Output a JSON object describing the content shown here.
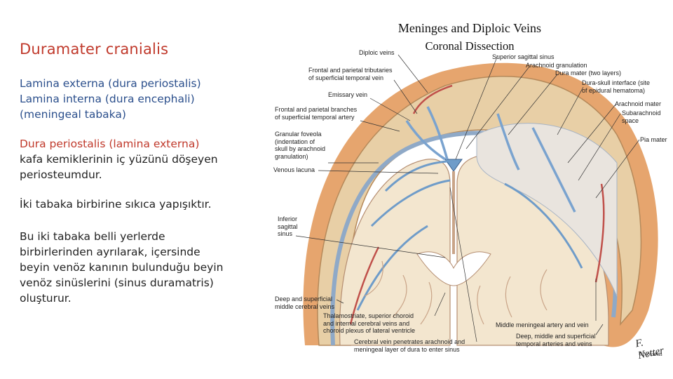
{
  "left": {
    "heading": "Duramater cranialis",
    "p1_lines": [
      "Lamina externa (dura periostalis)",
      "Lamina interna (dura encephali)",
      "(meningeal tabaka)"
    ],
    "p2_lines": [
      "Dura periostalis (lamina externa)",
      "kafa kemiklerinin iç yüzünü döşeyen",
      "periosteumdur."
    ],
    "p3_lines": [
      "İki tabaka birbirine sıkıca yapışıktır."
    ],
    "p4_lines": [
      "Bu iki tabaka belli yerlerde",
      "birbirlerinden ayrılarak, içersinde",
      "beyin venöz kanının bulunduğu beyin",
      "venöz sinüslerini (sinus duramatris)",
      "oluşturur."
    ]
  },
  "figure": {
    "title": "Meninges and Diploic Veins",
    "subtitle": "Coronal Dissection",
    "labels": {
      "diploic_veins": [
        "Diploic veins"
      ],
      "frontal_parietal_tributaries": [
        "Frontal and parietal tributaries",
        "of superficial temporal vein"
      ],
      "emissary_vein": [
        "Emissary vein"
      ],
      "frontal_parietal_branches": [
        "Frontal and parietal branches",
        "of superficial temporal artery"
      ],
      "granular_foveola": [
        "Granular foveola",
        "(indentation of",
        "skull by arachnoid",
        "granulation)"
      ],
      "venous_lacuna": [
        "Venous lacuna"
      ],
      "inferior_sagittal_sinus": [
        "Inferior",
        "sagittal",
        "sinus"
      ],
      "deep_superficial_cerebral_veins": [
        "Deep and superficial",
        "middle cerebral veins"
      ],
      "thalamostriate": [
        "Thalamostriate, superior choroid",
        "and internal cerebral veins and",
        "choroid plexus of lateral ventricle"
      ],
      "cerebral_vein_penetrates": [
        "Cerebral vein penetrates arachnoid and",
        "meningeal layer of dura to enter sinus"
      ],
      "superior_sagittal_sinus": [
        "Superior sagittal sinus"
      ],
      "arachnoid_granulation": [
        "Arachnoid granulation"
      ],
      "dura_mater": [
        "Dura mater (two layers)"
      ],
      "dura_skull_interface": [
        "Dura-skull interface (site",
        "of epidural hematoma)"
      ],
      "arachnoid_mater": [
        "Arachnoid mater"
      ],
      "subarachnoid_space": [
        "Subarachnoid",
        "space"
      ],
      "pia_mater": [
        "Pia mater"
      ],
      "middle_meningeal": [
        "Middle meningeal artery and vein"
      ],
      "deep_middle_superficial": [
        "Deep, middle and superficial",
        "temporal arteries and veins"
      ]
    },
    "signature": "F. Netter",
    "copyright": "©Novartis"
  },
  "colors": {
    "heading_red": "#c0392b",
    "text_blue": "#2b4f8c",
    "bone": "#e8cfa6",
    "brain": "#f3e6cf",
    "scalp": "#e6a56e",
    "vein_blue": "#6f9cc9",
    "artery_red": "#c0504a"
  }
}
